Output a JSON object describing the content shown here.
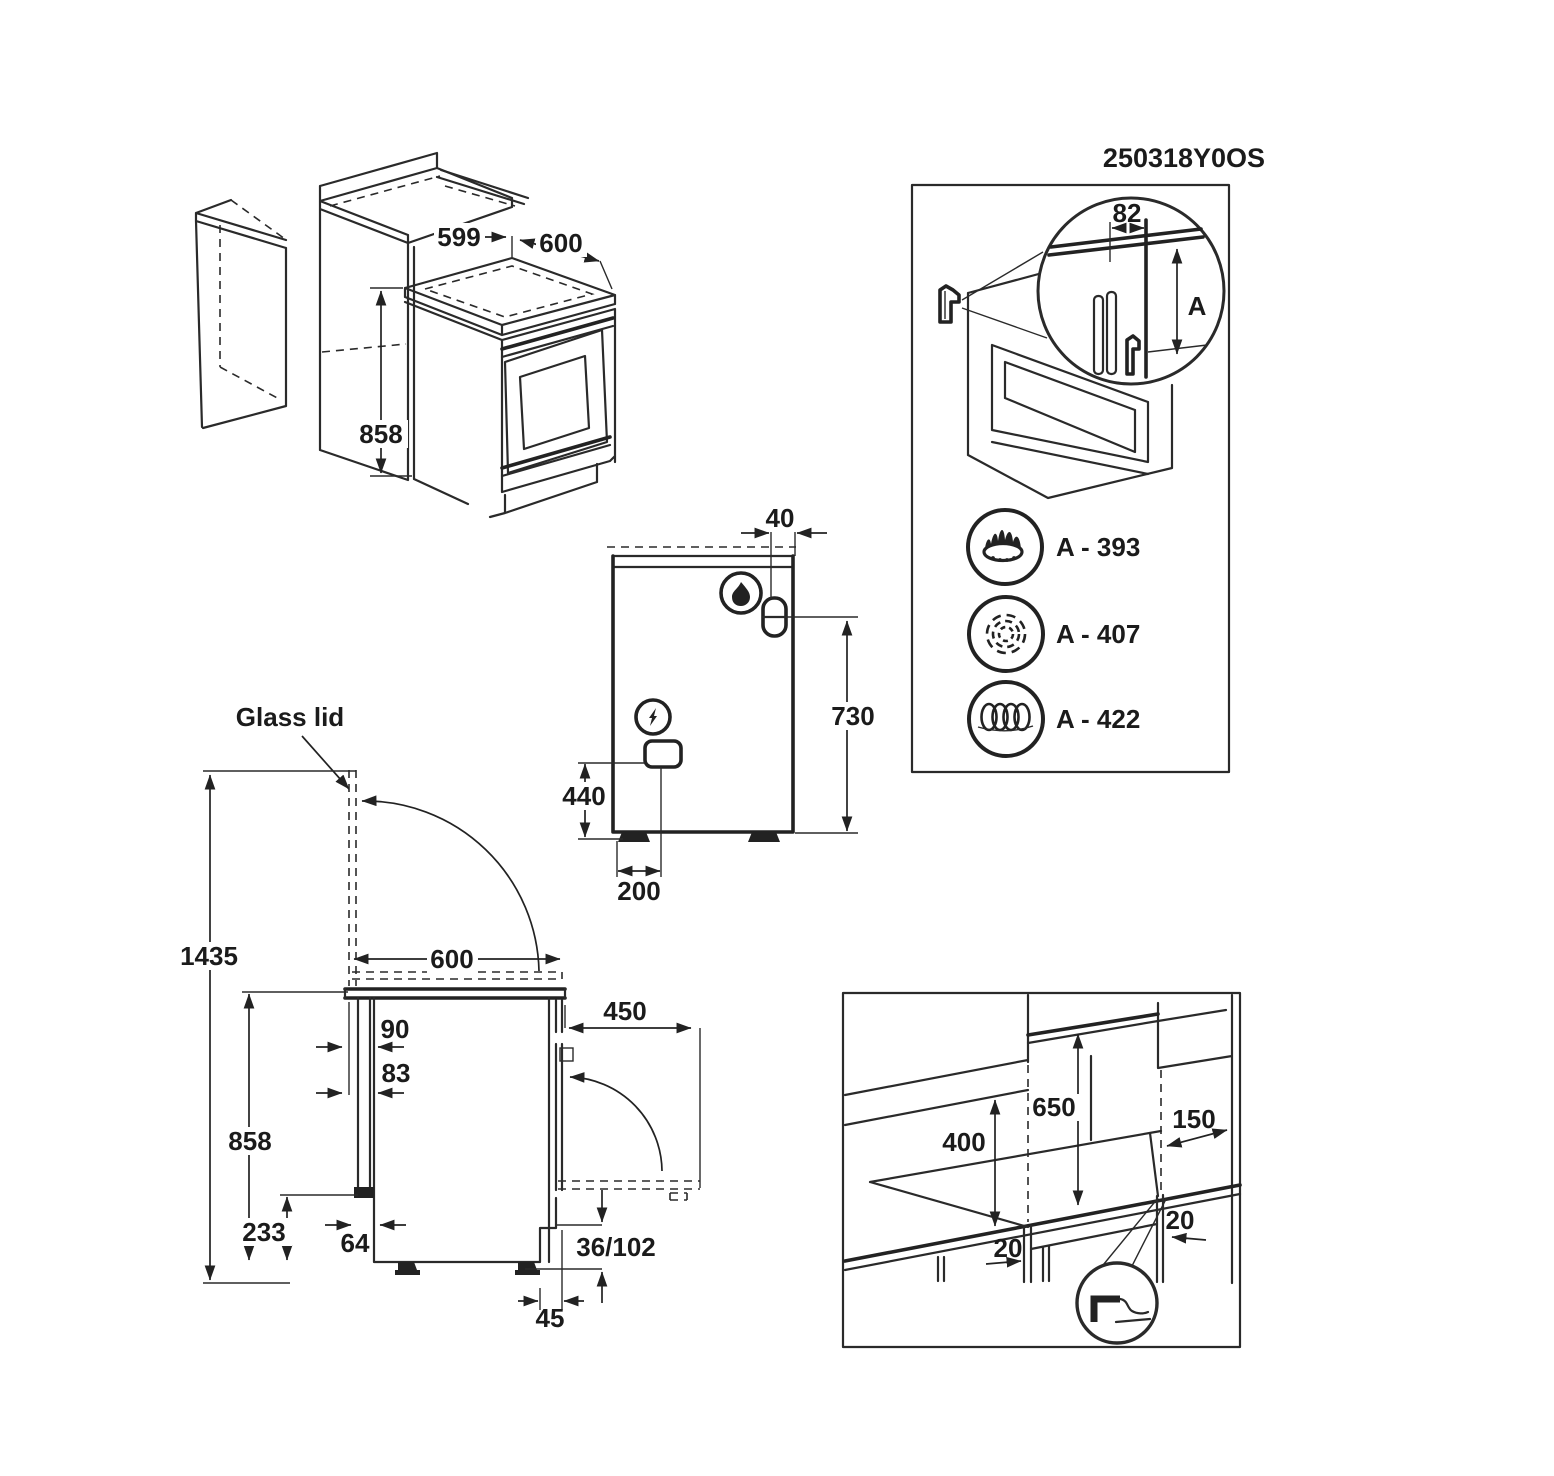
{
  "colors": {
    "ink": "#222222",
    "paper": "#ffffff"
  },
  "doc_code": "250318Y0OS",
  "iso_view": {
    "dim_niche_width": "599",
    "dim_cooker_width": "600",
    "dim_height": "858"
  },
  "hotspot_panel": {
    "dim_bracket_offset": "82",
    "height_label": "A",
    "variants": [
      {
        "icon": "gas-burner-icon",
        "label": "A - 393"
      },
      {
        "icon": "fan-icon",
        "label": "A - 407"
      },
      {
        "icon": "coil-icon",
        "label": "A - 422"
      }
    ]
  },
  "rear_view": {
    "dim_gas_side_offset": "40",
    "dim_gas_height": "730",
    "dim_terminal_height": "440",
    "dim_terminal_side_offset": "200"
  },
  "side_view": {
    "glass_lid_label": "Glass lid",
    "dim_height_lid_open": "1435",
    "dim_depth": "600",
    "dim_door_open_depth": "450",
    "dim_top_rear_gap": "90",
    "dim_mid_rear_gap": "83",
    "dim_worktop_height": "858",
    "dim_gas_inlet_height": "233",
    "dim_rear_channel_width": "64",
    "dim_plinth_adjust": "36/102",
    "dim_foot_inset": "45"
  },
  "clearance_panel": {
    "dim_hood_clearance": "650",
    "dim_shelf_clearance": "400",
    "dim_side_wall_clearance": "150",
    "dim_gap_left": "20",
    "dim_gap_right": "20"
  }
}
